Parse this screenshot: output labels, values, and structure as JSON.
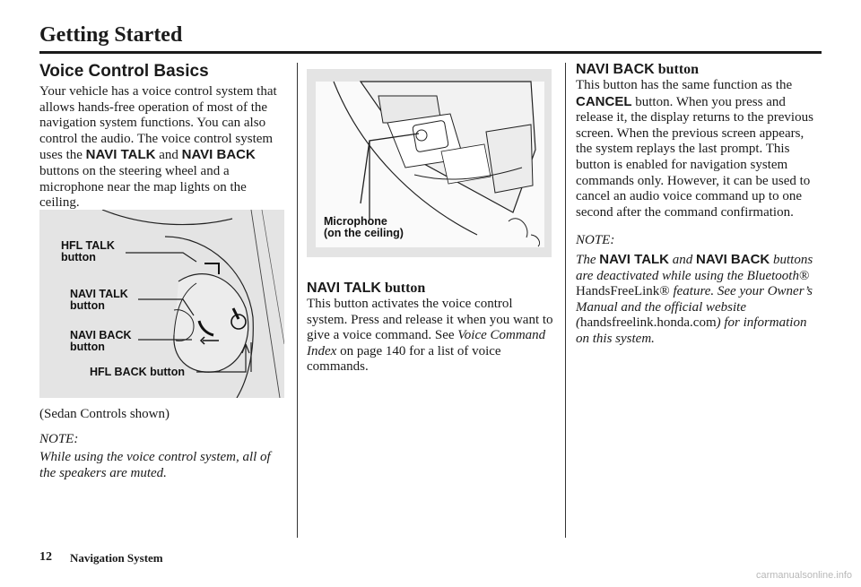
{
  "header": {
    "title": "Getting Started"
  },
  "col1": {
    "title": "Voice Control Basics",
    "intro_part1": "Your vehicle has a voice control system that allows hands-free operation of most of the navigation system functions. You can also control the audio. The voice control system uses the ",
    "intro_btn1": "NAVI TALK",
    "intro_part2": " and ",
    "intro_btn2": "NAVI BACK",
    "intro_part3": " buttons on the steering wheel and a microphone near the map lights on the ceiling.",
    "figure_labels": {
      "hfl_talk": "HFL TALK\nbutton",
      "navi_talk": "NAVI TALK\nbutton",
      "navi_back": "NAVI BACK\nbutton",
      "hfl_back": "HFL BACK button"
    },
    "caption": "(Sedan Controls shown)",
    "note_label": "NOTE:",
    "note_text": "While using the voice control system, all of the speakers are muted."
  },
  "col2": {
    "figure_label": "Microphone\n(on the ceiling)",
    "sub_title_btn": "NAVI TALK",
    "sub_title_rest": " button",
    "text_part1": "This button activates the voice control system. Press and release it when you want to give a voice command. See ",
    "text_link": "Voice Command Index",
    "text_part2": " on page 140 for a list of voice commands."
  },
  "col3": {
    "sub_title_btn": "NAVI BACK",
    "sub_title_rest": " button",
    "text_part1": "This button has the same function as the ",
    "text_btn": "CANCEL",
    "text_part2": " button. When you press and release it, the display returns to the previous screen. When the previous screen appears, the system replays the last prompt. This button is enabled for navigation system commands only. However, it can be used to cancel an audio voice command up to one second after the command confirmation.",
    "note_label": "NOTE:",
    "note_the": "The ",
    "note_btn1": "NAVI TALK",
    "note_and": " and ",
    "note_btn2": "NAVI BACK",
    "note_part1": " buttons are deactivated while using the ",
    "note_bluetooth": "Bluetooth",
    "note_reg1": "® HandsFreeLink®",
    "note_part2": " feature. See your Owner’s Manual and the official website (",
    "note_url": "handsfreelink.honda.com",
    "note_part3": ") for information on this system."
  },
  "footer": {
    "page_number": "12",
    "title": "Navigation System"
  },
  "watermark": "carmanualsonline.info"
}
